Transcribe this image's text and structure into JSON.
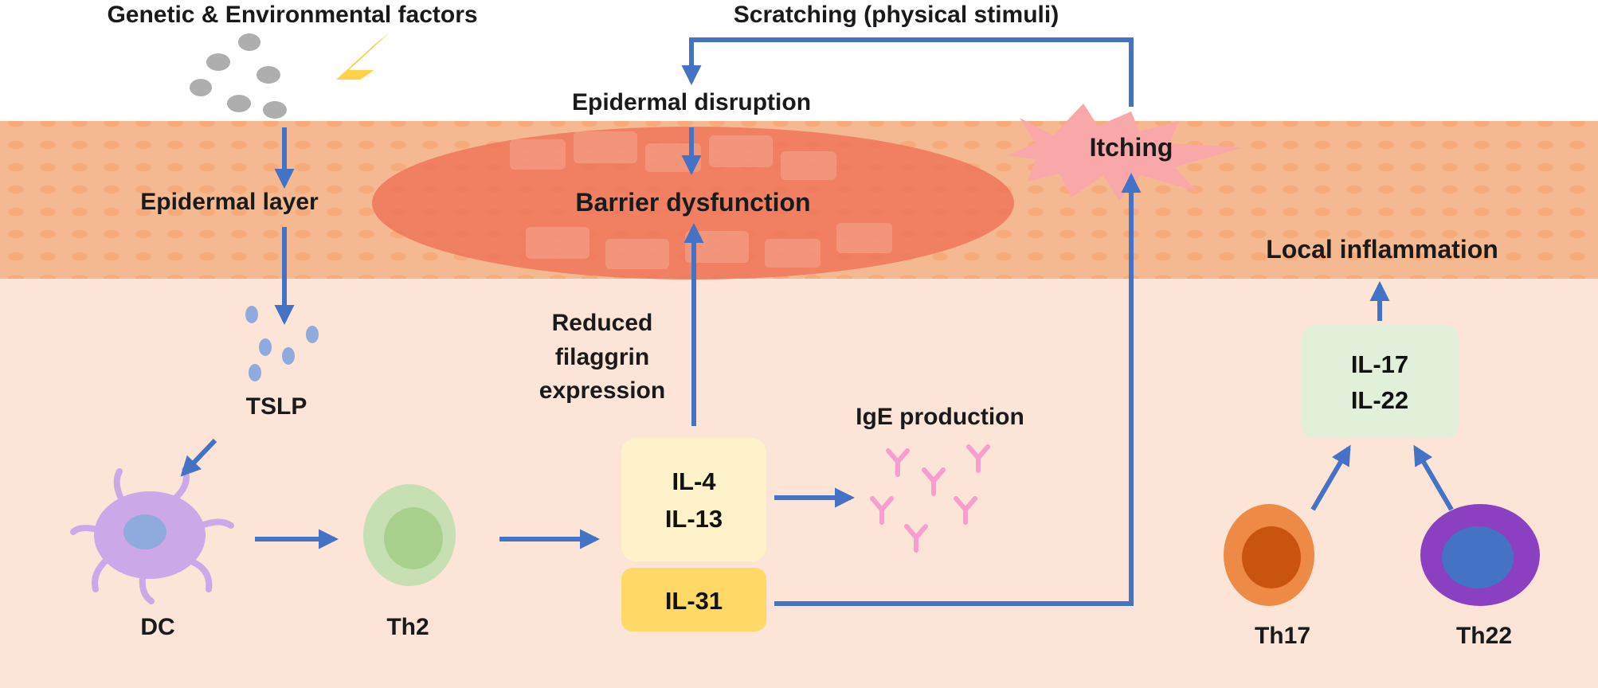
{
  "labels": {
    "genetic_env": "Genetic & Environmental factors",
    "scratching": "Scratching (physical stimuli)",
    "epidermal_disruption": "Epidermal disruption",
    "itching": "Itching",
    "epidermal_layer": "Epidermal layer",
    "barrier_dysfunction": "Barrier dysfunction",
    "local_inflammation": "Local inflammation",
    "reduced_filaggrin": [
      "Reduced",
      "filaggrin",
      "expression"
    ],
    "tslp": "TSLP",
    "ige_production": "IgE production",
    "dc": "DC",
    "th2": "Th2",
    "th17": "Th17",
    "th22": "Th22"
  },
  "boxes": {
    "il4_il13": [
      "IL-4",
      "IL-13"
    ],
    "il31": "IL-31",
    "il17_il22": [
      "IL-17",
      "IL-22"
    ]
  },
  "colors": {
    "arrow": "#4472C4",
    "skin_band": "#F4B990",
    "dermis": "#FCE4D6",
    "lesion": "#F0755C",
    "itch_burst": "#F8A8A8",
    "il4_box": "#FEF2CB",
    "il31_box": "#FFD965",
    "il17_box": "#E2EFD9",
    "dc_cell": "#CDA8E8",
    "th2_cell": "#C6E0B4",
    "th17_cell": "#ED8A45",
    "th22_cell": "#8B3FC1",
    "antibody": "#F59ECF",
    "tslp_dots": "#8FAADC"
  }
}
